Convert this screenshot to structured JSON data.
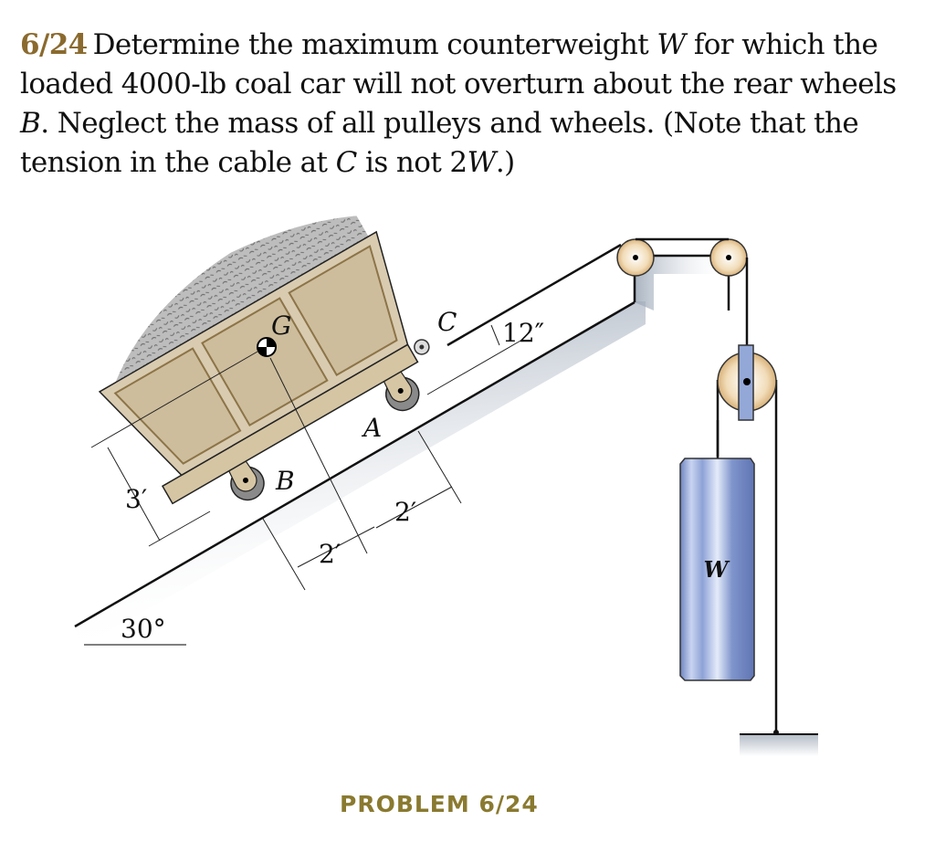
{
  "problem": {
    "number": "6/24",
    "text_parts": [
      "Determine the maximum counterweight ",
      "W",
      " for which the loaded 4000-lb coal car will not overturn about the rear wheels ",
      "B",
      ". Neglect the mass of all pulleys and wheels. (Note that the tension in the cable at ",
      "C",
      " is not 2",
      "W",
      ".)"
    ]
  },
  "figure": {
    "labels": {
      "G": "G",
      "C": "C",
      "A": "A",
      "B": "B",
      "W": "W",
      "dim_12in": "12″",
      "dim_3ft": "3′",
      "dim_2ft_lower": "2′",
      "dim_2ft_upper": "2′",
      "angle": "30°"
    },
    "colors": {
      "car_body": "#d9cbb0",
      "car_panel": "#cdbd9c",
      "car_panel_border": "#8c7448",
      "coal": "#b8b8b8",
      "incline_shade": "#a9b3c0",
      "weight_blue": "#7f95cc",
      "pulley_tan": "#e8c99a",
      "bracket_blue": "#94a8d8"
    }
  },
  "caption": "PROBLEM 6/24"
}
